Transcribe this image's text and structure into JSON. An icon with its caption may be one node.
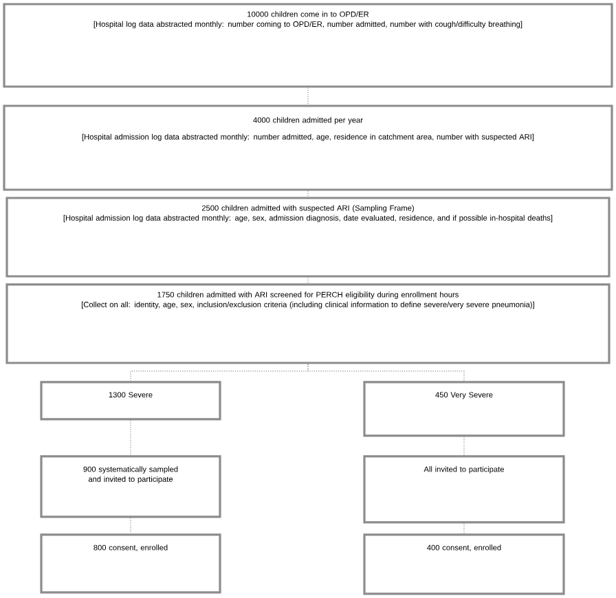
{
  "diagram": {
    "nodes": [
      {
        "text": [
          "10000 children come in to OPD/ER",
          "[Hospital log data abstracted monthly: number coming to OPD/ER, number admitted, number with cough/difficulty breathing]"
        ]
      },
      {
        "text": [
          "4000 children admitted per year",
          "[Hospital admission log data abstracted monthly: number admitted, age, residence in catchment area, number with suspected ARI]"
        ]
      },
      {
        "text": [
          "2500 children admitted with suspected ARI (Sampling Frame)",
          "[Hospital admission log data abstracted monthly: age, sex, admission diagnosis, date evaluated, residence, and if possible in-hospital deaths]"
        ]
      },
      {
        "text": [
          "1750 children admitted with ARI screened for PERCH eligibility during enrollment hours",
          "[Collect on all: identity, age, sex, inclusion/exclusion criteria (including clinical information to define severe/very severe pneumonia)]"
        ]
      },
      {
        "text": [
          "1300 Severe"
        ]
      },
      {
        "text": [
          "450 Very Severe"
        ]
      },
      {
        "text": [
          "900 systematically sampled and invited to participate"
        ]
      },
      {
        "text": [
          "All invited to participate"
        ]
      },
      {
        "text": [
          "800 consent, enrolled"
        ]
      },
      {
        "text": [
          "400 consent, enrolled"
        ]
      }
    ],
    "edges": [
      {
        "from": 0,
        "to": 1,
        "arrow": "none",
        "style": "dashed"
      },
      {
        "from": 1,
        "to": 2,
        "arrow": "none",
        "style": "dashed"
      },
      {
        "from": 2,
        "to": 3,
        "arrow": "none",
        "style": "dashed"
      },
      {
        "from": 3,
        "to": 4,
        "arrow": "none",
        "style": "dashed"
      },
      {
        "from": 3,
        "to": 5,
        "arrow": "none",
        "style": "dashed"
      },
      {
        "from": 4,
        "to": 6,
        "arrow": "none",
        "style": "dashed"
      },
      {
        "from": 6,
        "to": 8,
        "arrow": "none",
        "style": "dashed"
      },
      {
        "from": 5,
        "to": 7,
        "arrow": "none",
        "style": "dashed"
      },
      {
        "from": 7,
        "to": 9,
        "arrow": "none",
        "style": "dashed"
      }
    ]
  }
}
